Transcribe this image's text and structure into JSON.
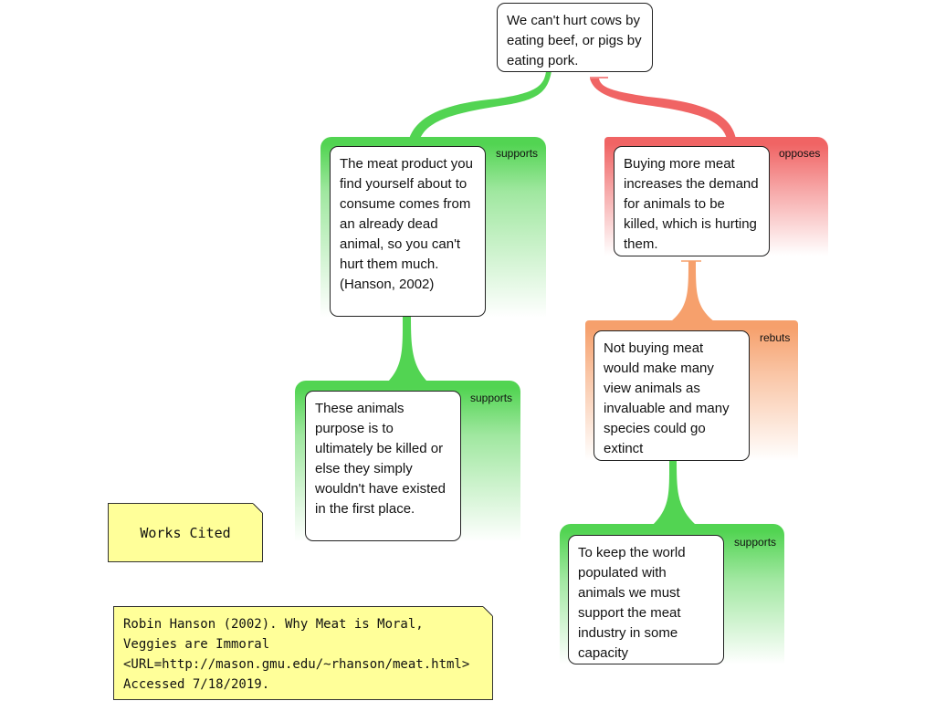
{
  "claim": {
    "text": "We can't hurt cows by eating beef, or pigs by eating pork."
  },
  "nodes": {
    "support_1": {
      "relation": "supports",
      "text": "The meat product you find yourself about to consume comes from an already dead animal, so you can't hurt them much. (Hanson, 2002)"
    },
    "support_1a": {
      "relation": "supports",
      "text": "These animals purpose is to ultimately be killed or else they simply wouldn't have existed in the first place."
    },
    "oppose_1": {
      "relation": "opposes",
      "text": "Buying more meat increases the demand for animals to be killed, which is hurting them."
    },
    "rebut_1": {
      "relation": "rebuts",
      "text": "Not buying meat would make many view animals as invaluable and many species could go extinct"
    },
    "support_2": {
      "relation": "supports",
      "text": "To keep the world populated with animals we must support the meat industry in some capacity"
    }
  },
  "notes": {
    "works_cited_label": "Works Cited",
    "citation": "Robin Hanson (2002). Why Meat is Moral, Veggies are Immoral <URL=http://mason.gmu.edu/~rhanson/meat.html> Accessed 7/18/2019."
  },
  "colors": {
    "supports": "#52d452",
    "opposes": "#f06464",
    "rebuts": "#f6a06c",
    "note_fill": "#ffff99"
  }
}
